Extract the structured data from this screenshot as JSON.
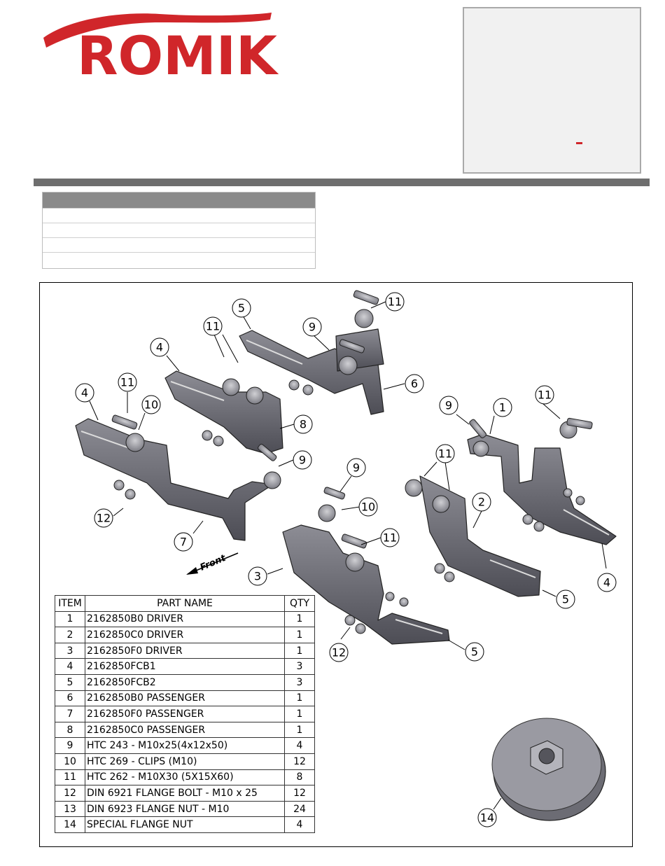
{
  "logo": {
    "brand": "ROMIK",
    "colors": {
      "brand_red": "#d0262a"
    }
  },
  "diagram": {
    "front_label": "Front",
    "callouts": [
      "5",
      "11",
      "9",
      "11",
      "4",
      "6",
      "4",
      "11",
      "10",
      "8",
      "9",
      "1",
      "11",
      "9",
      "12",
      "7",
      "10",
      "11",
      "2",
      "3",
      "4",
      "5",
      "12",
      "5",
      "14"
    ]
  },
  "bom": {
    "headers": {
      "item": "ITEM",
      "part_name": "PART NAME",
      "qty": "QTY"
    },
    "rows": [
      {
        "item": "1",
        "part_name": "2162850B0 DRIVER",
        "qty": "1"
      },
      {
        "item": "2",
        "part_name": "2162850C0 DRIVER",
        "qty": "1"
      },
      {
        "item": "3",
        "part_name": "2162850F0 DRIVER",
        "qty": "1"
      },
      {
        "item": "4",
        "part_name": "2162850FCB1",
        "qty": "3"
      },
      {
        "item": "5",
        "part_name": "2162850FCB2",
        "qty": "3"
      },
      {
        "item": "6",
        "part_name": "2162850B0 PASSENGER",
        "qty": "1"
      },
      {
        "item": "7",
        "part_name": "2162850F0 PASSENGER",
        "qty": "1"
      },
      {
        "item": "8",
        "part_name": "2162850C0 PASSENGER",
        "qty": "1"
      },
      {
        "item": "9",
        "part_name": "HTC 243 - M10x25(4x12x50)",
        "qty": "4"
      },
      {
        "item": "10",
        "part_name": "HTC 269 - CLIPS (M10)",
        "qty": "12"
      },
      {
        "item": "11",
        "part_name": "HTC 262 - M10X30 (5X15X60)",
        "qty": "8"
      },
      {
        "item": "12",
        "part_name": "DIN 6921 FLANGE BOLT - M10 x 25",
        "qty": "12"
      },
      {
        "item": "13",
        "part_name": "DIN 6923 FLANGE NUT - M10",
        "qty": "24"
      },
      {
        "item": "14",
        "part_name": "SPECIAL FLANGE NUT",
        "qty": "4"
      }
    ]
  }
}
